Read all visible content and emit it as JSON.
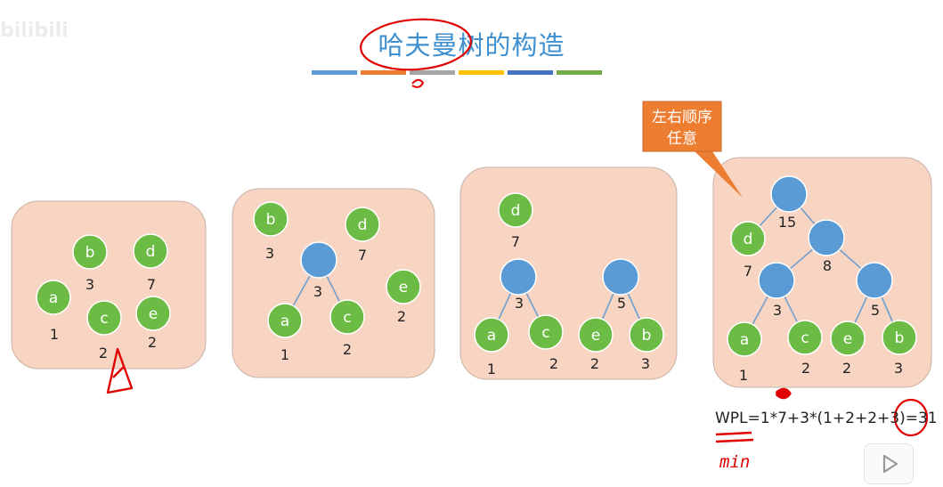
{
  "watermark": "bilibili",
  "title": "哈夫曼树的构造",
  "divider_colors": [
    "#5b9bd5",
    "#ed7d31",
    "#a5a5a5",
    "#ffc000",
    "#4472c4",
    "#70ad47"
  ],
  "callout": {
    "text": "左右顺序任意",
    "color": "#ed7d31"
  },
  "formula": "WPL=1*7+3*(1+2+2+3)=31",
  "annotation_text": "min",
  "colors": {
    "panel": "#f8d5c3",
    "panel_border": "#c9b2a6",
    "leaf": "#6cbb45",
    "internal": "#5b9bd5",
    "edge": "#6f9fcf",
    "ink": "#e00000"
  },
  "steps": [
    {
      "nodes": [
        {
          "id": "a",
          "label": "a",
          "weight": "1",
          "kind": "leaf"
        },
        {
          "id": "b",
          "label": "b",
          "weight": "3",
          "kind": "leaf"
        },
        {
          "id": "c",
          "label": "c",
          "weight": "2",
          "kind": "leaf"
        },
        {
          "id": "d",
          "label": "d",
          "weight": "7",
          "kind": "leaf"
        },
        {
          "id": "e",
          "label": "e",
          "weight": "2",
          "kind": "leaf"
        }
      ],
      "edges": []
    },
    {
      "nodes": [
        {
          "id": "b",
          "label": "b",
          "weight": "3",
          "kind": "leaf"
        },
        {
          "id": "d",
          "label": "d",
          "weight": "7",
          "kind": "leaf"
        },
        {
          "id": "n3",
          "label": "",
          "weight": "3",
          "kind": "internal"
        },
        {
          "id": "e",
          "label": "e",
          "weight": "2",
          "kind": "leaf"
        },
        {
          "id": "a",
          "label": "a",
          "weight": "1",
          "kind": "leaf"
        },
        {
          "id": "c",
          "label": "c",
          "weight": "2",
          "kind": "leaf"
        }
      ],
      "edges": [
        [
          "n3",
          "a"
        ],
        [
          "n3",
          "c"
        ]
      ]
    },
    {
      "nodes": [
        {
          "id": "d",
          "label": "d",
          "weight": "7",
          "kind": "leaf"
        },
        {
          "id": "n3",
          "label": "",
          "weight": "3",
          "kind": "internal"
        },
        {
          "id": "n5",
          "label": "",
          "weight": "5",
          "kind": "internal"
        },
        {
          "id": "a",
          "label": "a",
          "weight": "1",
          "kind": "leaf"
        },
        {
          "id": "c",
          "label": "c",
          "weight": "2",
          "kind": "leaf"
        },
        {
          "id": "e",
          "label": "e",
          "weight": "2",
          "kind": "leaf"
        },
        {
          "id": "b",
          "label": "b",
          "weight": "3",
          "kind": "leaf"
        }
      ],
      "edges": [
        [
          "n3",
          "a"
        ],
        [
          "n3",
          "c"
        ],
        [
          "n5",
          "e"
        ],
        [
          "n5",
          "b"
        ]
      ]
    },
    {
      "nodes": [
        {
          "id": "n15",
          "label": "",
          "weight": "15",
          "kind": "internal"
        },
        {
          "id": "d",
          "label": "d",
          "weight": "7",
          "kind": "leaf"
        },
        {
          "id": "n8",
          "label": "",
          "weight": "8",
          "kind": "internal"
        },
        {
          "id": "n3",
          "label": "",
          "weight": "3",
          "kind": "internal"
        },
        {
          "id": "n5",
          "label": "",
          "weight": "5",
          "kind": "internal"
        },
        {
          "id": "a",
          "label": "a",
          "weight": "1",
          "kind": "leaf"
        },
        {
          "id": "c",
          "label": "c",
          "weight": "2",
          "kind": "leaf"
        },
        {
          "id": "e",
          "label": "e",
          "weight": "2",
          "kind": "leaf"
        },
        {
          "id": "b",
          "label": "b",
          "weight": "3",
          "kind": "leaf"
        }
      ],
      "edges": [
        [
          "n15",
          "d"
        ],
        [
          "n15",
          "n8"
        ],
        [
          "n8",
          "n3"
        ],
        [
          "n8",
          "n5"
        ],
        [
          "n3",
          "a"
        ],
        [
          "n3",
          "c"
        ],
        [
          "n5",
          "e"
        ],
        [
          "n5",
          "b"
        ]
      ]
    }
  ]
}
